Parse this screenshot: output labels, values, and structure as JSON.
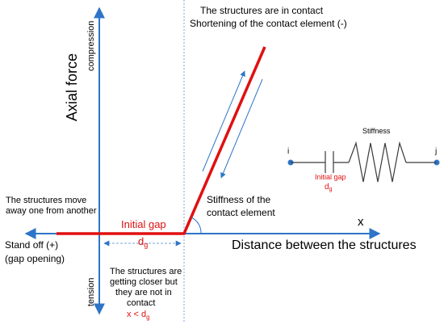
{
  "top_text": {
    "line1": "The structures are in contact",
    "line2": "Shortening of the contact element (-)"
  },
  "axes": {
    "y_label": "Axial force",
    "compression": "compression",
    "tension": "tension",
    "x_label": "x",
    "x_axis_title": "Distance between the structures"
  },
  "left_text": {
    "move_line1": "The structures move",
    "move_line2": "away one from another",
    "standoff_line1": "Stand off  (+)",
    "standoff_line2": "(gap opening)"
  },
  "gap": {
    "label": "Initial gap",
    "symbol": "d",
    "subscript": "g"
  },
  "bottom_text": {
    "line1": "The structures are",
    "line2": "getting  closer but",
    "line3": "they are not in",
    "line4": "contact",
    "cond_prefix": "x < d",
    "cond_sub": "g"
  },
  "slope_label": {
    "line1": "Stiffness of the",
    "line2": "contact element"
  },
  "element": {
    "node_i": "i",
    "node_j": "j",
    "stiffness": "Stiffness",
    "gap_label": "Initial gap",
    "gap_symbol": "d",
    "gap_sub": "g"
  },
  "colors": {
    "axis_blue": "#2e75c8",
    "curve_red": "#e01010",
    "spring_dark": "#3a3a3a"
  }
}
